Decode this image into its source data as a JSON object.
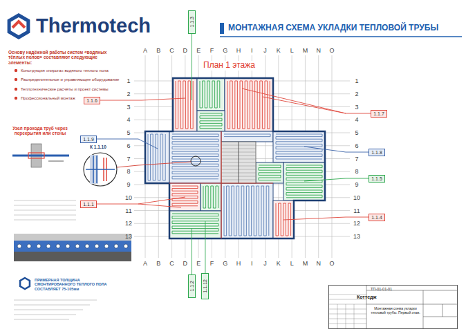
{
  "diagram": {
    "title": "МОНТАЖНАЯ СХЕМА УКЛАДКИ ТЕПЛОВОЙ ТРУБЫ",
    "nodes": [
      {
        "text": [
          "1.1.3"
        ]
      },
      {
        "text": [
          "1.1.6"
        ]
      },
      {
        "text": [
          "1.1.9"
        ]
      },
      {
        "text": [
          "1.1.1"
        ]
      },
      {
        "text": [
          "1.1.7"
        ]
      },
      {
        "text": [
          "1.1.8"
        ]
      },
      {
        "text": [
          "1.1.5"
        ]
      },
      {
        "text": [
          "1.1.4"
        ]
      },
      {
        "text": [
          "1.1.2"
        ]
      },
      {
        "text": [
          "1.1.12"
        ]
      },
      {
        "text": [
          "ТП-01-01-01",
          "Коттедж",
          "Монтажная схема укладки тепловой трубы. Первый этаж."
        ]
      }
    ],
    "labels": [
      "A",
      "B",
      "C",
      "D",
      "E",
      "F",
      "G",
      "H",
      "I",
      "J",
      "K",
      "L",
      "M",
      "N",
      "O",
      "A",
      "B",
      "C",
      "D",
      "E",
      "F",
      "G",
      "H",
      "I",
      "J",
      "K",
      "L",
      "M",
      "N",
      "O",
      "1",
      "2",
      "3",
      "4",
      "5",
      "6",
      "7",
      "8",
      "9",
      "10",
      "11",
      "12",
      "13",
      "1",
      "2",
      "3",
      "4",
      "5",
      "6",
      "7",
      "8",
      "9",
      "10",
      "11",
      "12",
      "13",
      "Thermotech",
      "Основу надёжной работы систем «водяных тёплых полов» составляют следующие элементы:",
      "Конструкция «пирога» водяного теплого пола",
      "Распределительное и управляющее оборудование",
      "Теплотехнические расчёты и проект системы",
      "Профессиональный монтаж",
      "Узел прохода труб через перекрытия или стены",
      "План 1 этажа",
      "К 1.1.10",
      "ПРИМЕРНАЯ ТОЛЩИНА СМОНТИРОВАННОГО ТЕПЛОГО ПОЛА СОСТАВЛЯЕТ 75-105мм"
    ]
  }
}
